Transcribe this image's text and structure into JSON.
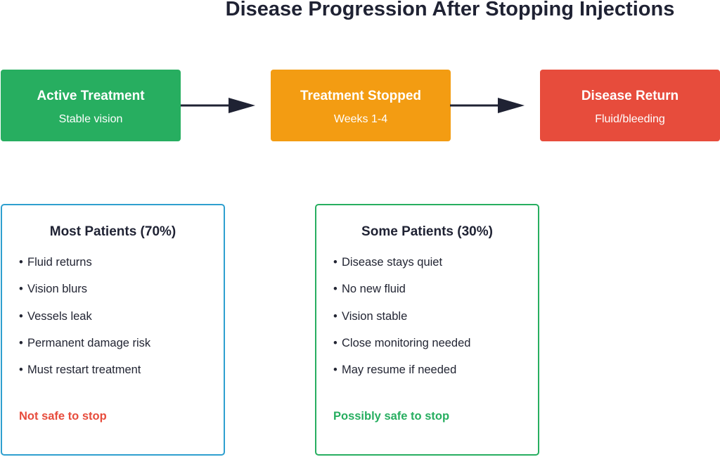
{
  "title": "Disease Progression After Stopping Injections",
  "colors": {
    "active": "#27ae60",
    "stopped": "#f39c12",
    "return": "#e74c3c",
    "arrow": "#1f2233",
    "box1_border": "#2e9fcf",
    "box2_border": "#27ae60",
    "not_safe": "#e74c3c",
    "possibly_safe": "#27ae60"
  },
  "stages": [
    {
      "title": "Active Treatment",
      "subtitle": "Stable vision"
    },
    {
      "title": "Treatment Stopped",
      "subtitle": "Weeks 1-4"
    },
    {
      "title": "Disease Return",
      "subtitle": "Fluid/bleeding"
    }
  ],
  "outcomes": [
    {
      "title": "Most Patients (70%)",
      "items": [
        "Fluid returns",
        "Vision blurs",
        "Vessels leak",
        "Permanent damage risk",
        "Must restart treatment"
      ],
      "verdict": "Not safe to stop"
    },
    {
      "title": "Some Patients (30%)",
      "items": [
        "Disease stays quiet",
        "No new fluid",
        "Vision stable",
        "Close monitoring needed",
        "May resume if needed"
      ],
      "verdict": "Possibly safe to stop"
    }
  ]
}
